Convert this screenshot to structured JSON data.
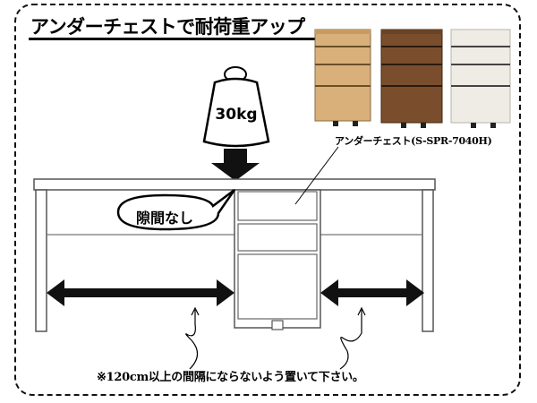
{
  "heading": "アンダーチェストで耐荷重アップ",
  "product_caption": "アンダーチェスト(S-SPR-7040H)",
  "weight_label": "30kg",
  "gap_label": "隙間なし",
  "note": "※120cm以上の間隔にならないよう置いて下さい。",
  "chest_colors": {
    "natural": "#d9b07a",
    "walnut": "#7a4e2d",
    "white": "#efece6"
  }
}
